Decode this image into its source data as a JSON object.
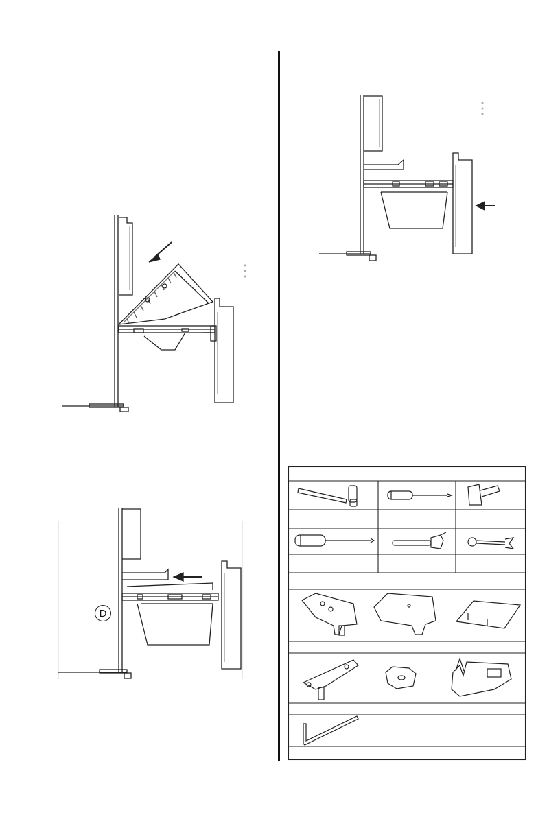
{
  "page": {
    "callout_label": "D",
    "icons": [
      "drawer-removal-tilt-figure",
      "drawer-insert-figure",
      "drawer-push-in-figure",
      "tools-and-parts-table"
    ]
  },
  "tools_table": {
    "row1": [
      {
        "icon": "socket-wrench-icon",
        "caption": ""
      },
      {
        "icon": "phillips-screwdriver-icon",
        "caption": ""
      },
      {
        "icon": "putty-knife-icon",
        "caption": ""
      }
    ],
    "row2": [
      {
        "icon": "flathead-screwdriver-icon",
        "caption": ""
      },
      {
        "icon": "adjustable-wrench-icon",
        "caption": ""
      },
      {
        "icon": "open-end-spanner-icon",
        "caption": ""
      }
    ],
    "parts_row1": [
      "upper-hinge-bracket-icon",
      "hinge-cover-icon",
      "hinge-cover-plate-icon"
    ],
    "parts_row2": [
      "lower-hinge-bracket-icon",
      "hinge-spacer-icon",
      "door-stopper-icon"
    ],
    "parts_row3": [
      "allen-key-icon"
    ]
  },
  "colors": {
    "line": "#222222",
    "light": "#888888",
    "background": "#ffffff"
  }
}
